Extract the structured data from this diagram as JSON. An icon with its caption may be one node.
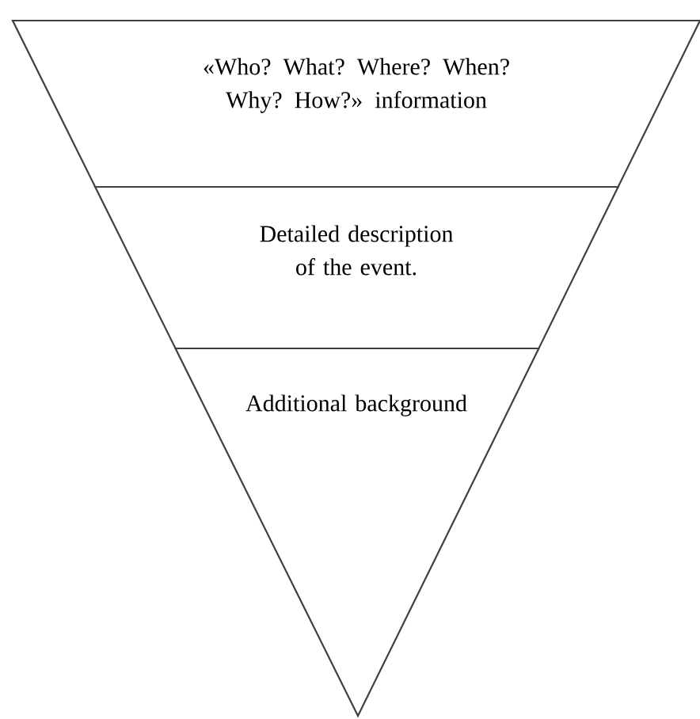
{
  "diagram": {
    "nodes": [
      {
        "text": [
          "«Who? What? Where? When? Why? How?» information"
        ]
      },
      {
        "text": [
          "Detailed description of the event."
        ]
      },
      {
        "text": [
          "Additional background"
        ]
      }
    ]
  }
}
